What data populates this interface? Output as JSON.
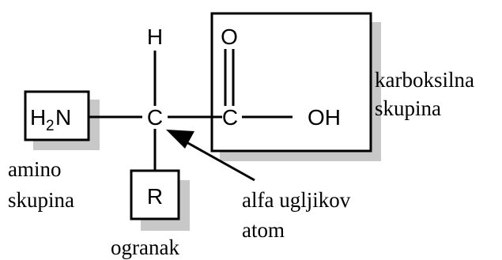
{
  "atoms": {
    "hydrogen": "H",
    "amino_h": "H",
    "amino_sub": "2",
    "amino_n": "N",
    "alpha_carbon": "C",
    "carboxyl_carbon": "C",
    "oxygen": "O",
    "hydroxyl": "OH",
    "side_chain": "R"
  },
  "labels": {
    "carboxyl_line1": "karboksilna",
    "carboxyl_line2": "skupina",
    "amino_line1": "amino",
    "amino_line2": "skupina",
    "alpha_line1": "alfa ugljikov",
    "alpha_line2": "atom",
    "side_chain": "ogranak"
  },
  "colors": {
    "shadow": "#c8c8c8",
    "line": "#000000"
  }
}
